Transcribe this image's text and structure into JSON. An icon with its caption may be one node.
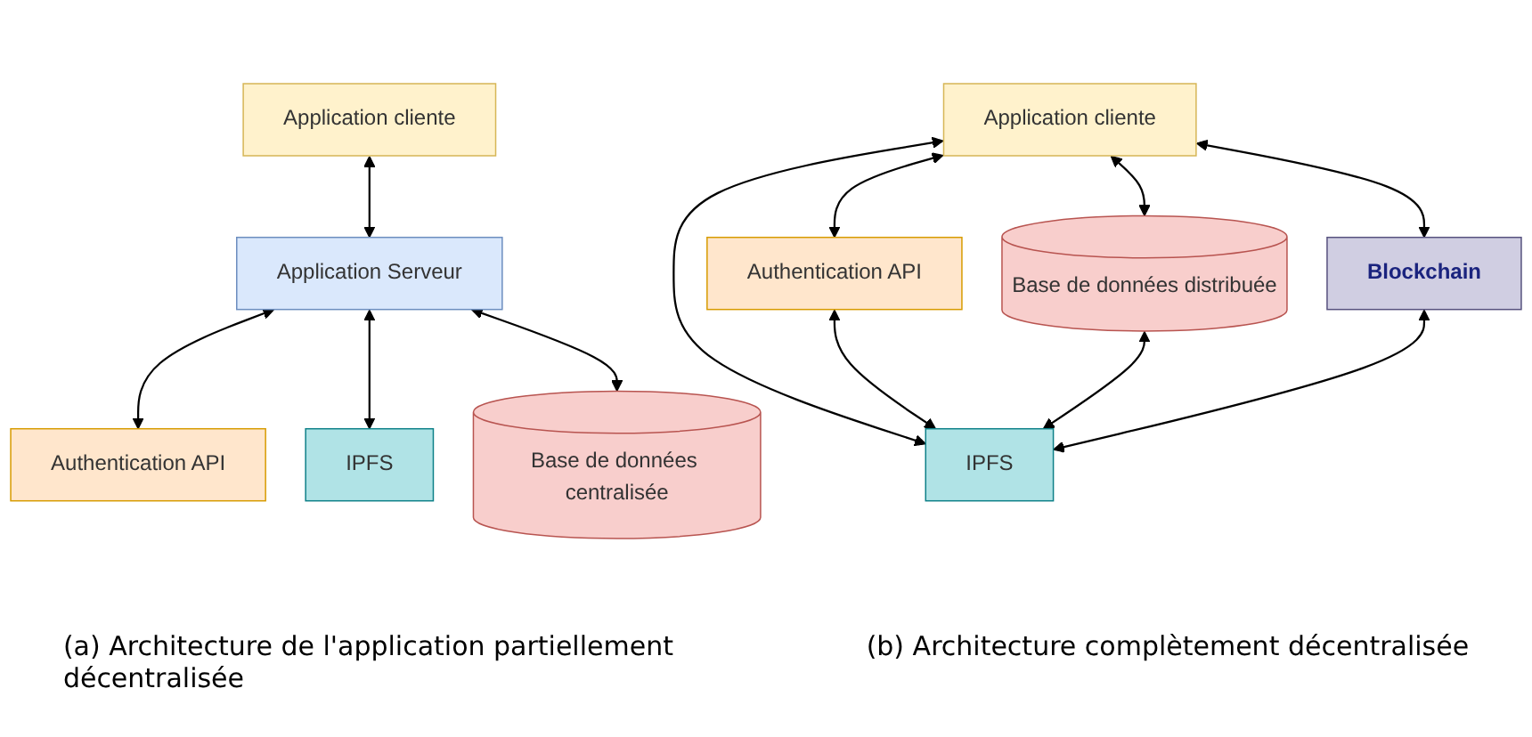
{
  "diagram": {
    "nodes": [
      {
        "text": [
          "Application cliente"
        ]
      },
      {
        "text": [
          "Application Serveur"
        ]
      },
      {
        "text": [
          "Authentication API"
        ]
      },
      {
        "text": [
          "IPFS"
        ]
      },
      {
        "text": [
          "Base de données centralisée"
        ]
      },
      {
        "text": [
          "Application cliente"
        ]
      },
      {
        "text": [
          "Authentication API"
        ]
      },
      {
        "text": [
          "Base de données distribuée"
        ]
      },
      {
        "text": [
          "Blockchain"
        ]
      },
      {
        "text": [
          "IPFS"
        ]
      }
    ],
    "edges": [
      {
        "from": 0,
        "to": 1,
        "arrow": "both"
      },
      {
        "from": 1,
        "to": 2,
        "arrow": "both"
      },
      {
        "from": 1,
        "to": 3,
        "arrow": "both"
      },
      {
        "from": 1,
        "to": 4,
        "arrow": "both"
      },
      {
        "from": 5,
        "to": 6,
        "arrow": "both"
      },
      {
        "from": 5,
        "to": 9,
        "arrow": "both"
      },
      {
        "from": 5,
        "to": 7,
        "arrow": "both"
      },
      {
        "from": 5,
        "to": 8,
        "arrow": "both"
      },
      {
        "from": 6,
        "to": 9,
        "arrow": "both"
      },
      {
        "from": 7,
        "to": 9,
        "arrow": "both"
      },
      {
        "from": 8,
        "to": 9,
        "arrow": "both"
      }
    ],
    "labels": [
      "(a) Architecture de l'application partiellement décentralisée",
      "(b) Architecture complètement décentralisée"
    ]
  }
}
